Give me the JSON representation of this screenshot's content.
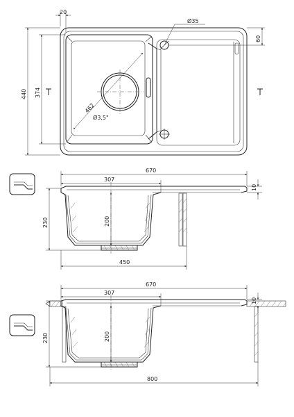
{
  "top_view": {
    "dims": {
      "wall": "20",
      "drain_hole": "Ø35",
      "hole_offset": "60",
      "overall_depth": "440",
      "bowl_depth": "374",
      "diagonal": "462",
      "waste_outlet": "Ø3,5\""
    }
  },
  "side_view": {
    "dims": {
      "overall_width": "670",
      "bowl_width": "307",
      "rim_height": "10",
      "total_height": "230",
      "bowl_height": "200",
      "cabinet_width": "450"
    }
  },
  "install_view": {
    "dims": {
      "overall_width": "670",
      "bowl_width": "307",
      "rim_height": "10",
      "total_height": "230",
      "bowl_height": "200",
      "cabinet_width": "800"
    }
  }
}
